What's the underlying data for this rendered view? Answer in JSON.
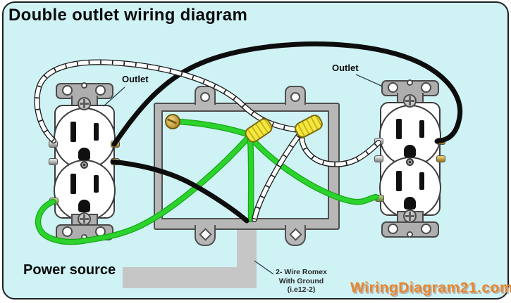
{
  "title": "Double outlet wiring diagram",
  "annotations": {
    "left_outlet_label": "Outlet",
    "right_outlet_label": "Outlet",
    "power_source_label": "Power source",
    "cable_note": {
      "line1": "2- Wire Romex",
      "line2": "With Ground",
      "line3": "(i.e12-2)"
    }
  },
  "watermark": "WiringDiagram21.com",
  "colors": {
    "background": "#cff2f5",
    "hot_wire_black": "#0d0d0d",
    "neutral_wire_white": "#fdfdfd",
    "ground_wire_green": "#2cd32c",
    "ground_wire_edge": "#17a817",
    "wire_nut_yellow": "#f5e741",
    "junction_box_gray": "#b7b7b7",
    "watermark_orange": "#e8862b"
  },
  "components": {
    "left_outlet": "duplex-receptacle",
    "right_outlet": "duplex-receptacle",
    "junction_box": "metal-junction-box",
    "wire_nut_left": "wire-nut",
    "wire_nut_right": "wire-nut",
    "ground_screw": "ground-screw",
    "power_cable": "romex-cable"
  }
}
